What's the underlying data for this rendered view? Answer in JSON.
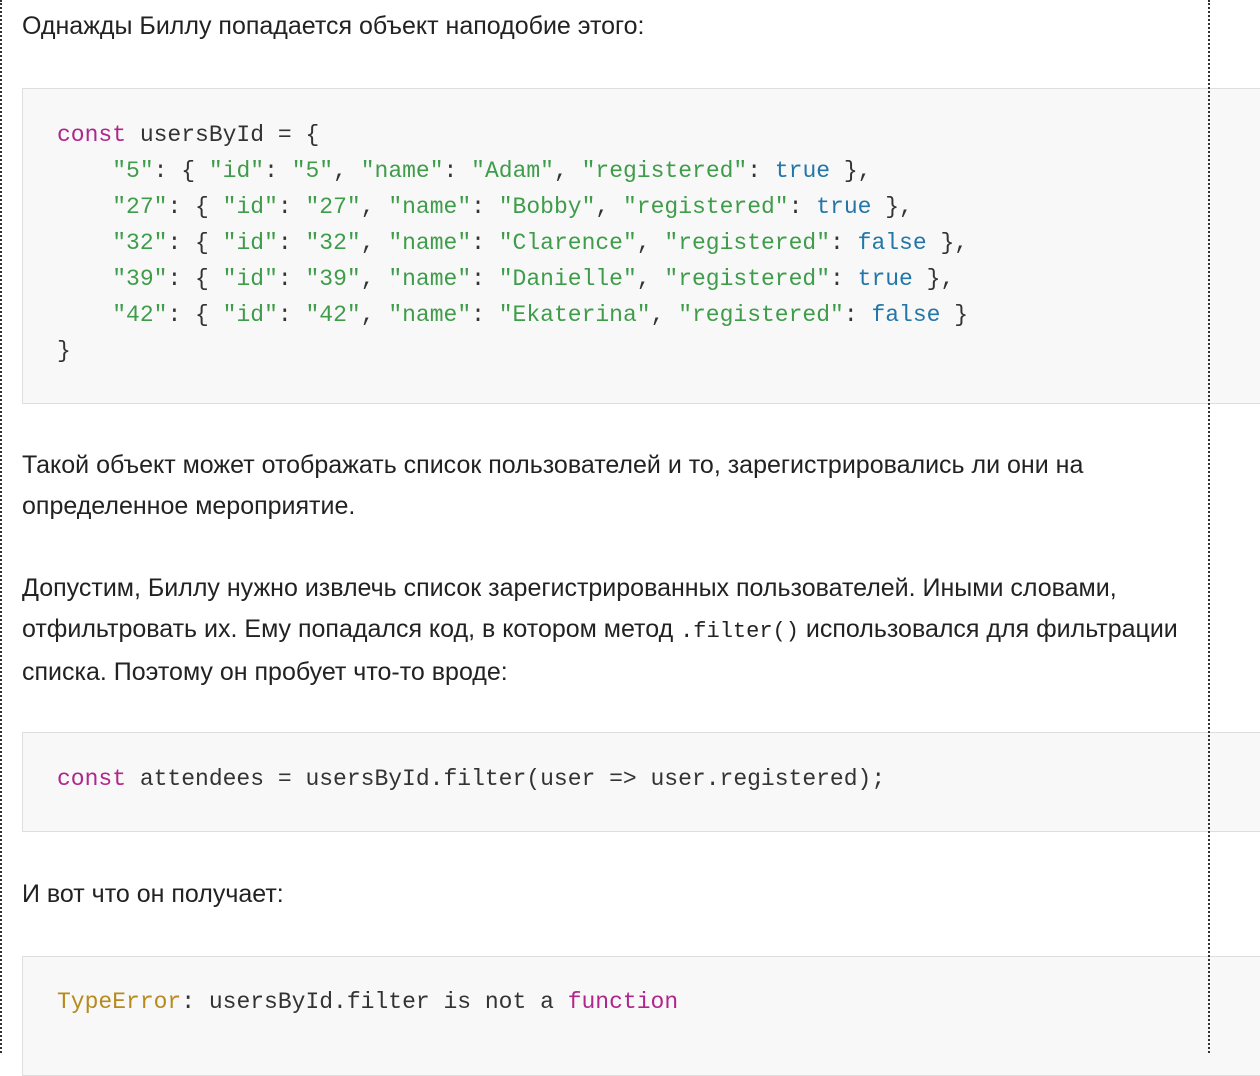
{
  "paragraphs": {
    "p1": "Однажды Биллу попадается объект наподобие этого:",
    "p2": "Такой объект может отображать список пользователей и то, зарегистрировались ли они на определенное мероприятие.",
    "p3_before": "Допустим, Биллу нужно извлечь список зарегистрированных пользователей. Иными словами, отфильтровать их. Ему попадался код, в котором метод ",
    "p3_code": ".filter()",
    "p3_after": " использовался для фильтрации списка. Поэтому он пробует что-то вроде:",
    "p4": "И вот что он получает:"
  },
  "code1": {
    "keyword": "const",
    "var_decl": " usersById = {",
    "rows": [
      {
        "key": "\"5\"",
        "id": "\"5\"",
        "name": "\"Adam\"",
        "registered": "true",
        "tail": " },"
      },
      {
        "key": "\"27\"",
        "id": "\"27\"",
        "name": "\"Bobby\"",
        "registered": "true",
        "tail": " },"
      },
      {
        "key": "\"32\"",
        "id": "\"32\"",
        "name": "\"Clarence\"",
        "registered": "false",
        "tail": " },"
      },
      {
        "key": "\"39\"",
        "id": "\"39\"",
        "name": "\"Danielle\"",
        "registered": "true",
        "tail": " },"
      },
      {
        "key": "\"42\"",
        "id": "\"42\"",
        "name": "\"Ekaterina\"",
        "registered": "false",
        "tail": " }"
      }
    ],
    "close": "}"
  },
  "code2": {
    "keyword": "const",
    "rest": " attendees = usersById.filter(user => user.registered);"
  },
  "code3": {
    "error_type": "TypeError",
    "message": ": usersById.filter is not a ",
    "keyword": "function"
  },
  "colors": {
    "keyword": "#b0268c",
    "string": "#3f9c4a",
    "boolean": "#2376a8",
    "error_class": "#b88a1d",
    "code_bg": "#f8f8f8"
  }
}
